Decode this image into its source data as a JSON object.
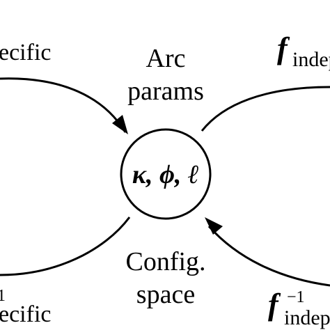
{
  "center_node": {
    "symbols": "κ, ϕ, ℓ"
  },
  "top_label": {
    "line1": "Arc",
    "line2": "params"
  },
  "bottom_label": {
    "line1": "Config.",
    "line2": "space"
  },
  "left_top": {
    "text": "ecific"
  },
  "left_bottom": {
    "superscript": "1",
    "text": "ecific"
  },
  "right_top": {
    "symbol": "f",
    "subscript": "indep"
  },
  "right_bottom": {
    "symbol": "f",
    "superscript": "−1",
    "subscript": "indep"
  }
}
